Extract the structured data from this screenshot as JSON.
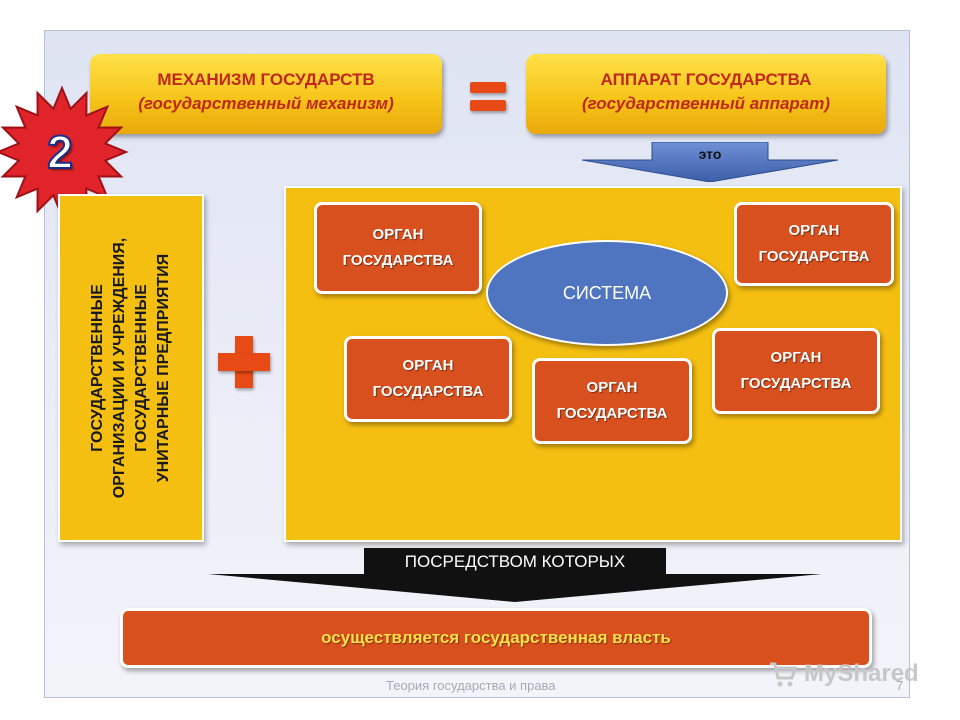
{
  "top_left_box": {
    "line1": "МЕХАНИЗМ ГОСУДАРСТВ",
    "line2": "(государственный механизм)"
  },
  "equals_sign": "=",
  "top_right_box": {
    "line1": "АППАРАТ ГОСУДАРСТВА",
    "line2": "(государственный аппарат)"
  },
  "badge_number": "2",
  "eto_label": "это",
  "left_box_lines": [
    "ГОСУДАРСТВЕННЫЕ",
    "ОРГАНИЗАЦИИ И УЧРЕЖДЕНИЯ,",
    "ГОСУДАРСТВЕННЫЕ",
    "УНИТАРНЫЕ ПРЕДПРИЯТИЯ"
  ],
  "plus_sign": "+",
  "system_label": "СИСТЕМА",
  "organs": [
    {
      "line1": "ОРГАН",
      "line2": "ГОСУДАРСТВА"
    },
    {
      "line1": "ОРГАН",
      "line2": "ГОСУДАРСТВА"
    },
    {
      "line1": "ОРГАН",
      "line2": "ГОСУДАРСТВА"
    },
    {
      "line1": "ОРГАН",
      "line2": "ГОСУДАРСТВА"
    },
    {
      "line1": "ОРГАН",
      "line2": "ГОСУДАРСТВА"
    }
  ],
  "through_label": "ПОСРЕДСТВОМ КОТОРЫХ",
  "result_text": "осуществляется государственная власть",
  "footer_text": "Теория государства и права",
  "page_number": "7",
  "watermark": "MyShared",
  "colors": {
    "yellow": "#f5bf12",
    "orange": "#d9501f",
    "blue": "#4f74c0",
    "red_badge": "#e0242a"
  }
}
